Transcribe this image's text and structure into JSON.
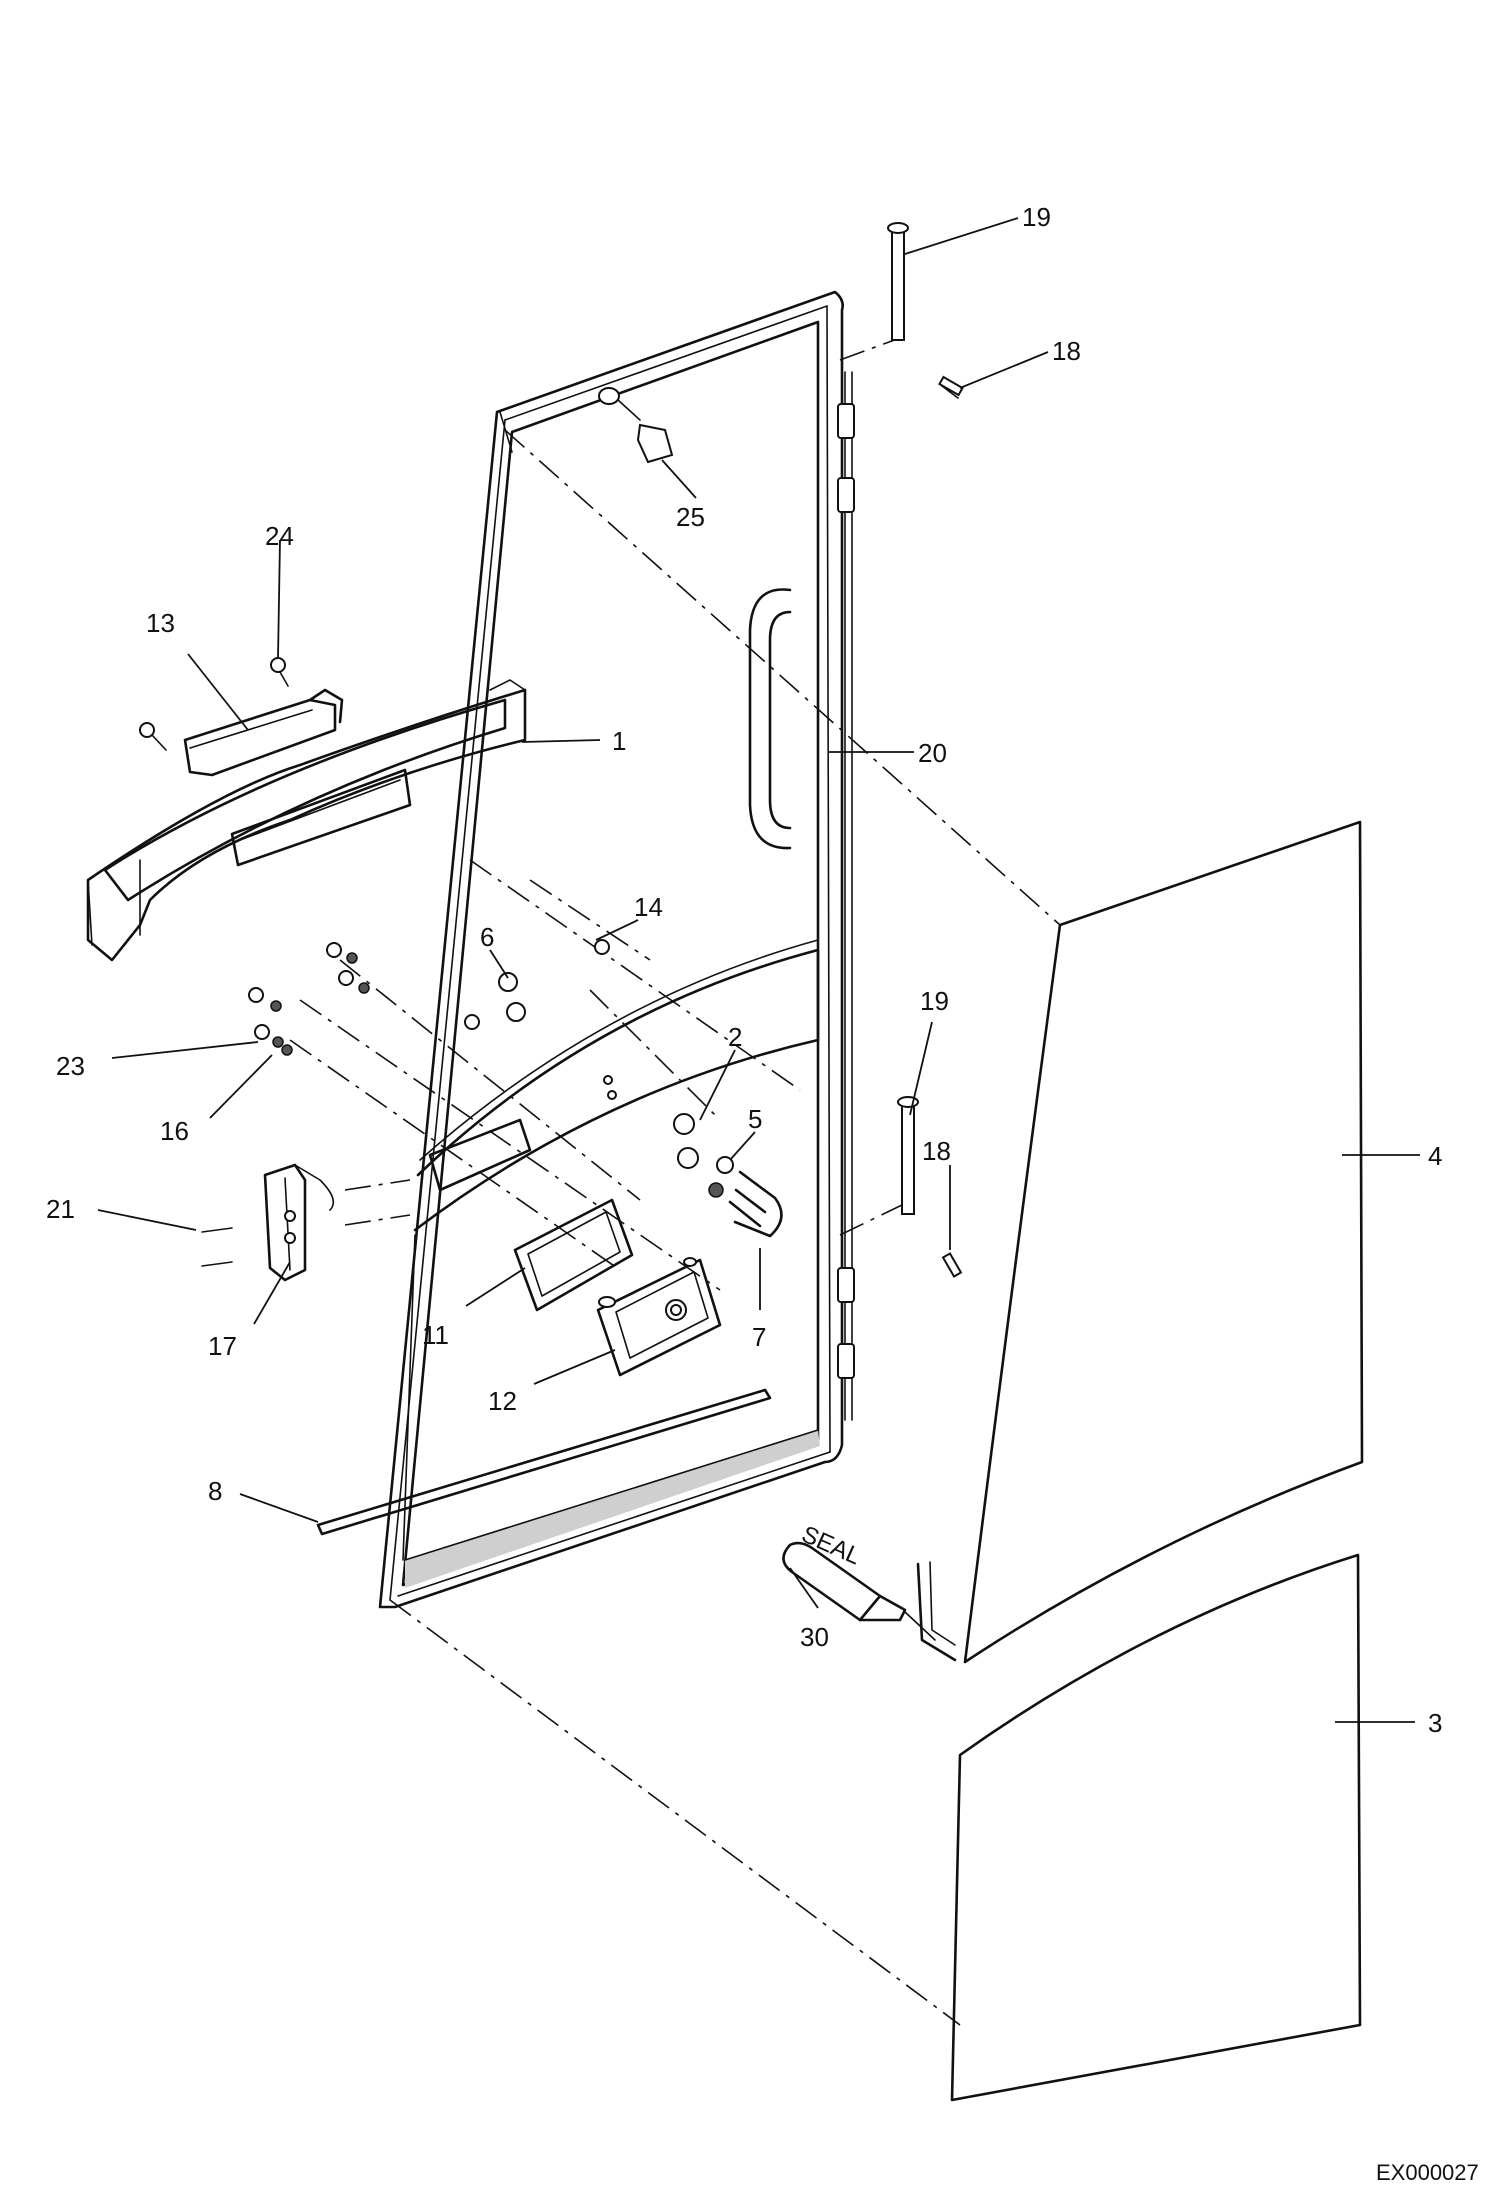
{
  "diagram": {
    "callouts": {
      "c1": "1",
      "c2": "2",
      "c3": "3",
      "c4": "4",
      "c5": "5",
      "c6": "6",
      "c7": "7",
      "c8": "8",
      "c11": "11",
      "c12": "12",
      "c13": "13",
      "c14": "14",
      "c16": "16",
      "c17": "17",
      "c18a": "18",
      "c18b": "18",
      "c19a": "19",
      "c19b": "19",
      "c20": "20",
      "c21": "21",
      "c23": "23",
      "c24": "24",
      "c25": "25",
      "c30": "30"
    },
    "tube_text": "SEAL",
    "reference": "EX000027"
  }
}
